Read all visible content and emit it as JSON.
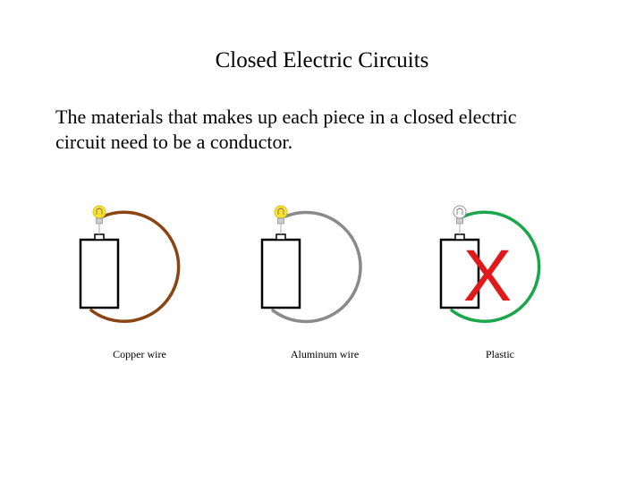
{
  "slide": {
    "title": "Closed Electric Circuits",
    "body_lines": [
      "The materials that makes up each piece in a closed electric",
      "circuit need to be a conductor."
    ]
  },
  "circuits": [
    {
      "caption": "Copper wire",
      "wire_color": "#8B4513",
      "bulb_lit": true,
      "x_mark": false
    },
    {
      "caption": "Aluminum wire",
      "wire_color": "#8A8A8A",
      "bulb_lit": true,
      "x_mark": false
    },
    {
      "caption": "Plastic",
      "wire_color": "#1AA64A",
      "bulb_lit": false,
      "x_mark": true,
      "x_mark_text": "X"
    }
  ],
  "colors": {
    "bulb_lit": "#FFE12E",
    "bulb_off": "#FFFFFF",
    "x_mark": "#E01A1A"
  }
}
